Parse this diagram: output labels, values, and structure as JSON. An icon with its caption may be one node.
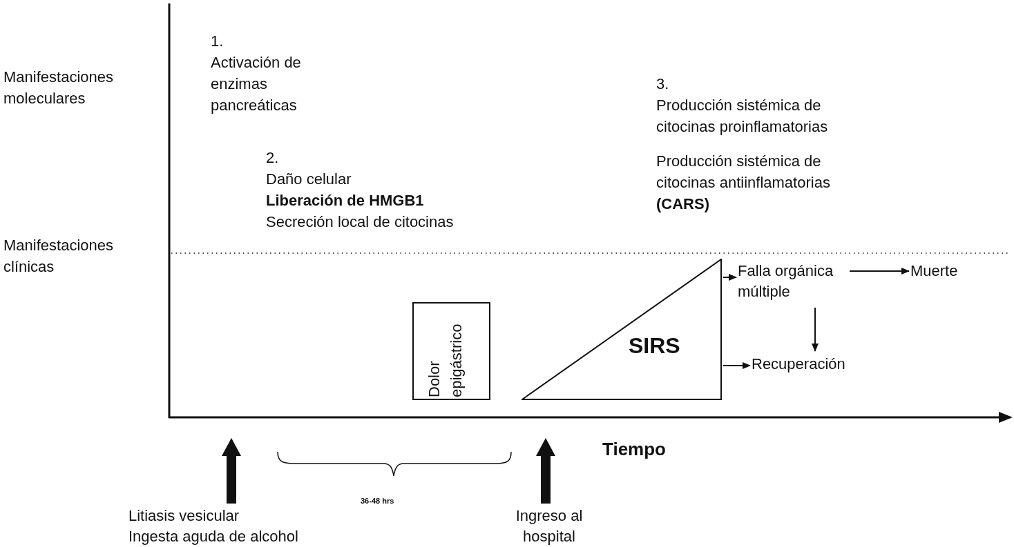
{
  "diagram": {
    "nodes": [
      {
        "text": [
          "Dolor epigástrico"
        ]
      },
      {
        "text": [
          "SIRS"
        ]
      },
      {
        "text": [
          "Falla orgánica múltiple"
        ]
      },
      {
        "text": [
          "Muerte"
        ]
      },
      {
        "text": [
          "Recuperación"
        ]
      },
      {
        "text": [
          "Litiasis vesicular",
          "Ingesta aguda de alcohol"
        ]
      },
      {
        "text": [
          "Ingreso al hospital"
        ]
      }
    ],
    "edges": [
      {
        "from": 1,
        "to": 2,
        "arrow": "to"
      },
      {
        "from": 2,
        "to": 3,
        "arrow": "to"
      },
      {
        "from": 2,
        "to": 4,
        "arrow": "to"
      },
      {
        "from": 1,
        "to": 4,
        "arrow": "to"
      },
      {
        "from": 5,
        "to": null,
        "arrow": "to",
        "style": "thick"
      },
      {
        "from": 6,
        "to": null,
        "arrow": "to",
        "style": "thick"
      }
    ],
    "labels": [
      "Manifestaciones moleculares",
      "Manifestaciones clínicas",
      "1.",
      "Activación de enzimas pancreáticas",
      "2.",
      "Daño celular",
      "Liberación de HMGB1",
      "Secreción local de citocinas",
      "3.",
      "Producción sistémica de citocinas proinflamatorias",
      "Producción sistémica de citocinas antiinflamatorias",
      "(CARS)",
      "Tiempo",
      "36-48 hrs"
    ]
  }
}
